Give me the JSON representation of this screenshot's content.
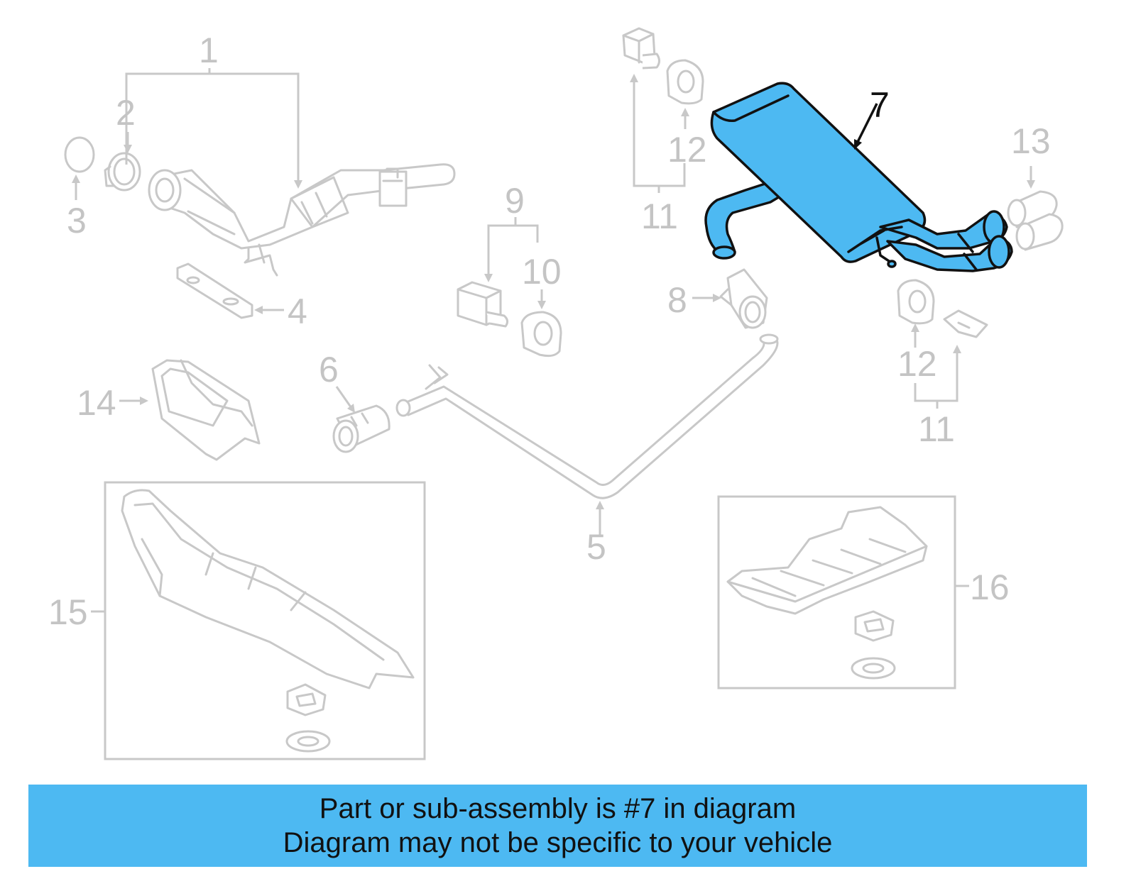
{
  "diagram": {
    "callouts": {
      "c1": "1",
      "c2": "2",
      "c3": "3",
      "c4": "4",
      "c5": "5",
      "c6": "6",
      "c7": "7",
      "c8": "8",
      "c9": "9",
      "c10": "10",
      "c11a": "11",
      "c11b": "11",
      "c12a": "12",
      "c12b": "12",
      "c13": "13",
      "c14": "14",
      "c15": "15",
      "c16": "16"
    },
    "highlight_color": "#4db9f2",
    "part_line_color": "#c8c8c8"
  },
  "banner": {
    "line1": "Part or sub-assembly is #7 in diagram",
    "line2": "Diagram may not be specific to your vehicle",
    "background": "#4db9f2"
  }
}
